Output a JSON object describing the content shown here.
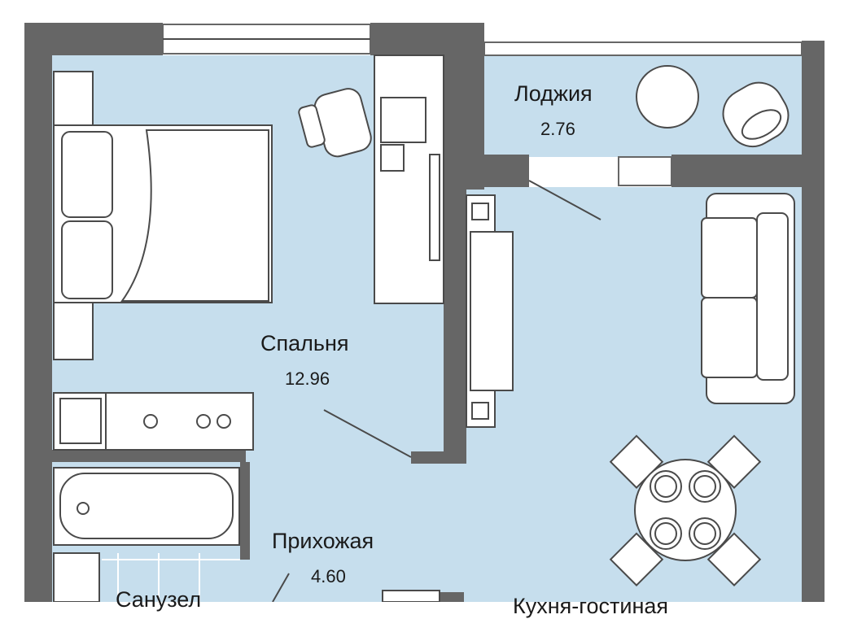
{
  "rooms": [
    {
      "name": "Лоджия",
      "area": "2.76"
    },
    {
      "name": "Спальня",
      "area": "12.96"
    },
    {
      "name": "Прихожая",
      "area": "4.60"
    },
    {
      "name": "Санузел"
    },
    {
      "name": "Кухня-гостиная"
    }
  ],
  "colors": {
    "wall": "#666666",
    "floor": "#c6deed",
    "furniture": "#ffffff"
  }
}
